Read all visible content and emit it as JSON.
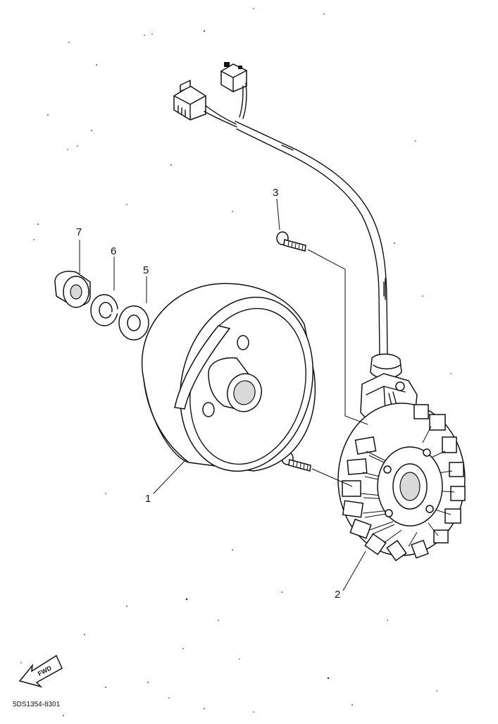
{
  "callouts": [
    {
      "id": "1",
      "label": "1"
    },
    {
      "id": "2",
      "label": "2"
    },
    {
      "id": "3",
      "label": "3"
    },
    {
      "id": "5",
      "label": "5"
    },
    {
      "id": "6",
      "label": "6"
    },
    {
      "id": "7",
      "label": "7"
    }
  ],
  "fwd_label": "FWD",
  "diagram_code": "5DS1354-8301"
}
